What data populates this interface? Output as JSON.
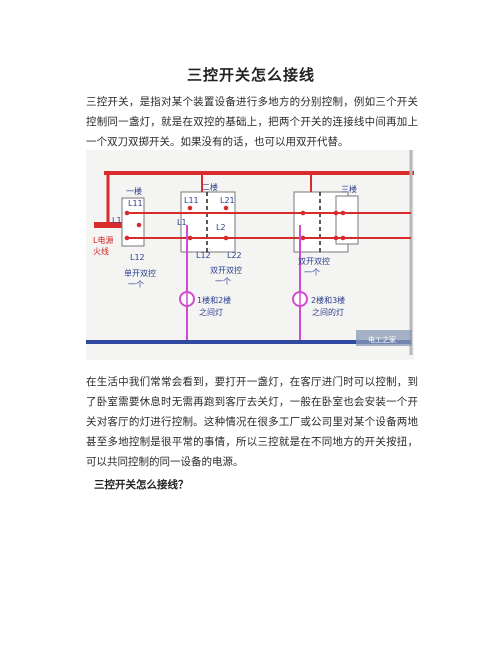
{
  "document": {
    "title": "三控开关怎么接线",
    "paragraph_1": "三控开关，是指对某个装置设备进行多地方的分别控制，例如三个开关控制同一盏灯，就是在双控的基础上，把两个开关的连接线中间再加上一个双刀双掷开关。如果没有的话，也可以用双开代替。",
    "paragraph_2": "在生活中我们常常会看到，要打开一盏灯，在客厅进门时可以控制，到了卧室需要休息时无需再跑到客厅去关灯，一般在卧室也会安装一个开关对客厅的灯进行控制。这种情况在很多工厂或公司里对某个设备两地甚至多地控制是很平常的事情，所以三控就是在不同地方的开关按扭，可以共同控制的同一设备的电源。",
    "section_heading": "三控开关怎么接线？"
  },
  "diagram": {
    "floor_1": "一楼",
    "floor_2": "二楼",
    "floor_3": "三楼",
    "l11_a": "L11",
    "l1_a": "L1",
    "l12_a": "L12",
    "l11_b": "L11",
    "l21_b": "L21",
    "l1_b": "L1",
    "l2_b": "L2",
    "l12_b": "L12",
    "l22_b": "L22",
    "power_line": "L电源",
    "fire_line": "火线",
    "single_dual_1": "单开双控",
    "single_dual_2": "一个",
    "double_dual_a1": "双开双控",
    "double_dual_a2": "一个",
    "double_dual_b1": "双开双控",
    "double_dual_b2": "一个",
    "lamp_a1": "1楼和2楼",
    "lamp_a2": "之间灯",
    "lamp_b1": "2楼和3楼",
    "lamp_b2": "之间的灯",
    "watermark": "电工之家"
  },
  "colors": {
    "red_wire": "#d82c2c",
    "blue_wire": "#2f4aa0",
    "magenta_wire": "#d24ad2",
    "label_blue": "#2b3f8c"
  }
}
